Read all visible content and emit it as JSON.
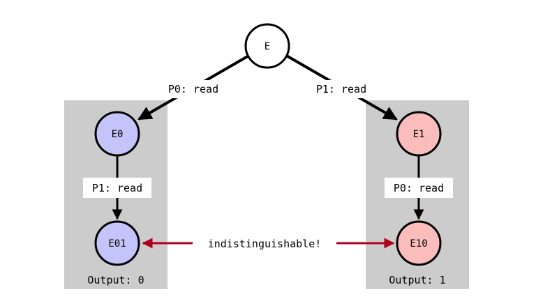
{
  "colors": {
    "panel": "#cccccc",
    "blue_node": "#c4c4fb",
    "red_node": "#fbbcbc",
    "root_node": "#ffffff",
    "edge": "#000000",
    "relation": "#b0001e"
  },
  "nodes": {
    "root": "E",
    "e0": "E0",
    "e1": "E1",
    "e01": "E01",
    "e10": "E10"
  },
  "edges": {
    "root_to_e0": "P0: read",
    "root_to_e1": "P1: read",
    "e0_to_e01": "P1: read",
    "e1_to_e10": "P0: read"
  },
  "relation": {
    "label": "indistinguishable!"
  },
  "outputs": {
    "left": "Output: 0",
    "right": "Output: 1"
  }
}
